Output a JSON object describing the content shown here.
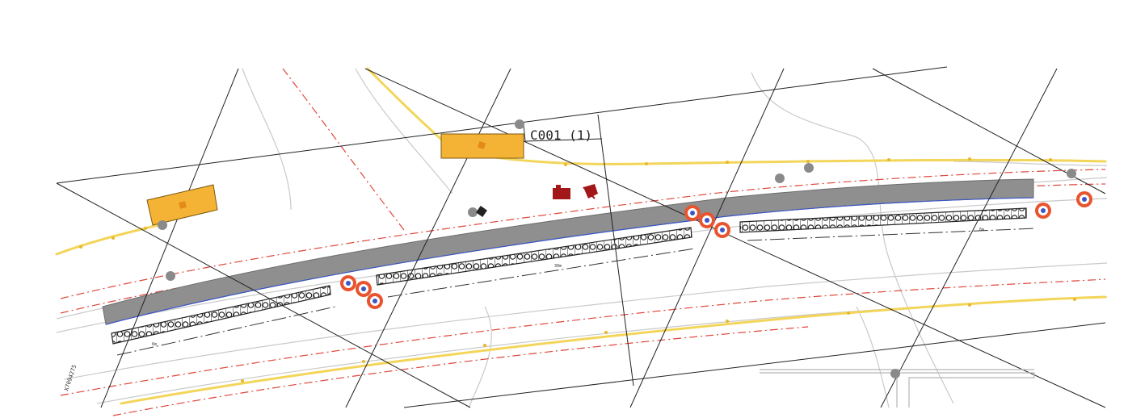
{
  "plan": {
    "sheet_label": "C001 (1)",
    "drawing_ref": "X7094275",
    "segment_marks": {
      "west": "6m",
      "middle": "30m",
      "east": "6m"
    }
  },
  "colors": {
    "road": "#8f8f8f",
    "building": "#f5b335",
    "pipeline": "#f3d55a",
    "boundary": "#e0453a",
    "grid": "#222222",
    "contour": "#bdbdbd",
    "target_ring": "#e8542e",
    "target_core": "#3a56c8",
    "machine": "#a21818",
    "pole": "#8a8a8a"
  }
}
